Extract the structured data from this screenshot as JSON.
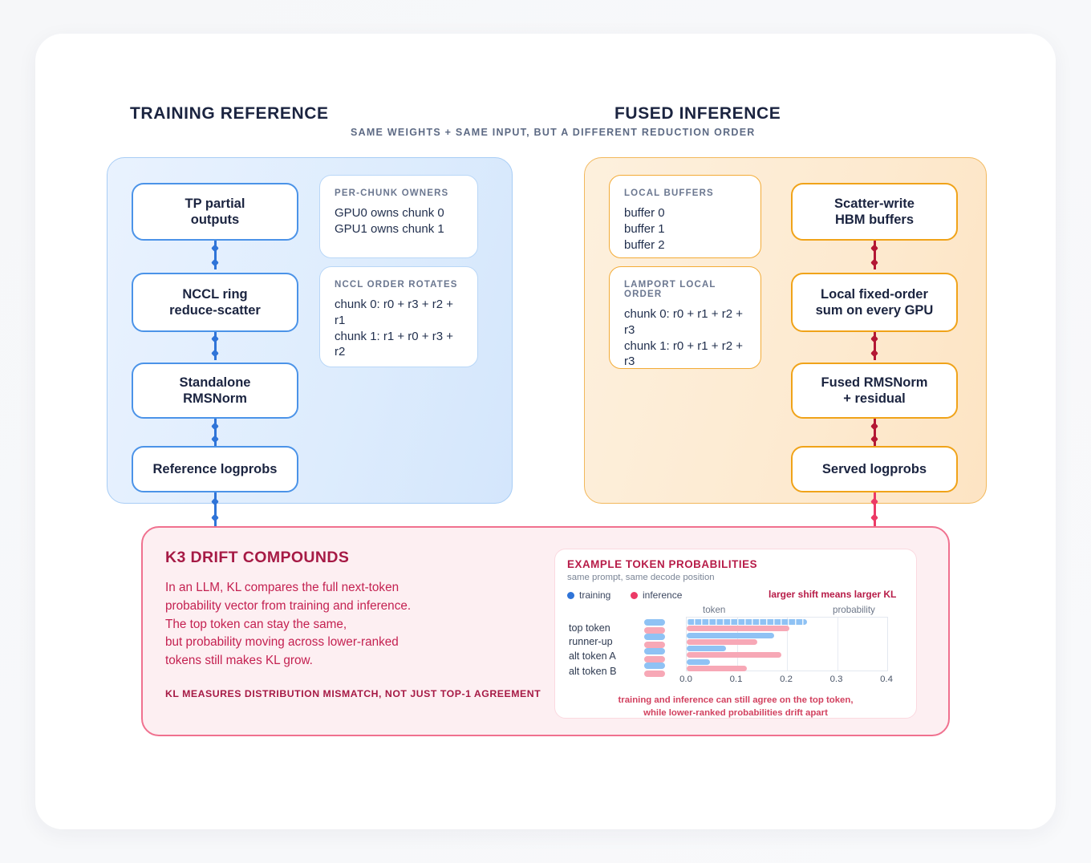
{
  "columns": {
    "left_title": "TRAINING REFERENCE",
    "right_title": "FUSED INFERENCE",
    "subtitle": "SAME WEIGHTS + SAME INPUT, BUT A DIFFERENT REDUCTION ORDER"
  },
  "training_flow": [
    {
      "label": "TP partial\noutputs"
    },
    {
      "label": "NCCL ring\nreduce-scatter"
    },
    {
      "label": "Standalone\nRMSNorm"
    },
    {
      "label": "Reference logprobs"
    }
  ],
  "inference_flow": [
    {
      "label": "Scatter-write\nHBM buffers"
    },
    {
      "label": "Local fixed-order\nsum on every GPU"
    },
    {
      "label": "Fused RMSNorm\n+ residual"
    },
    {
      "label": "Served logprobs"
    }
  ],
  "training_notes": [
    {
      "heading": "PER-CHUNK OWNERS",
      "lines": [
        "GPU0 owns chunk 0",
        "GPU1 owns chunk 1"
      ]
    },
    {
      "heading": "NCCL ORDER ROTATES",
      "lines": [
        "chunk 0: r0 + r3 + r2 + r1",
        "chunk 1: r1 + r0 + r3 + r2"
      ]
    }
  ],
  "inference_notes": [
    {
      "heading": "LOCAL BUFFERS",
      "lines": [
        "buffer 0",
        "buffer 1",
        "buffer 2"
      ]
    },
    {
      "heading": "LAMPORT LOCAL ORDER",
      "lines": [
        "chunk 0: r0 + r1 + r2 + r3",
        "chunk 1: r0 + r1 + r2 + r3"
      ]
    }
  ],
  "drift": {
    "title": "K3 DRIFT COMPOUNDS",
    "body": [
      "In an LLM, KL compares the full next-token",
      "probability vector from training and inference.",
      "The top token can stay the same,",
      "but probability moving across lower-ranked",
      "tokens still makes KL grow."
    ],
    "footer": "KL MEASURES DISTRIBUTION MISMATCH, NOT JUST TOP-1 AGREEMENT"
  },
  "chart_data": {
    "type": "bar",
    "orientation": "horizontal",
    "title": "EXAMPLE TOKEN PROBABILITIES",
    "subtitle": "same prompt, same decode position",
    "annotation": "larger shift means larger KL",
    "caption": "training and inference can still agree on the top token,\nwhile lower-ranked probabilities drift apart",
    "column_headers": {
      "token": "token",
      "probability": "probability"
    },
    "categories": [
      "top token",
      "runner-up",
      "alt token A",
      "alt token B"
    ],
    "series": [
      {
        "name": "training",
        "color": "#8fc2f4",
        "values": [
          0.24,
          0.175,
          0.078,
          0.047
        ]
      },
      {
        "name": "inference",
        "color": "#f7a8b6",
        "values": [
          0.205,
          0.14,
          0.188,
          0.12
        ]
      }
    ],
    "legend": [
      "training",
      "inference"
    ],
    "legend_colors": {
      "training": "#2f74d8",
      "inference": "#ec3a66"
    },
    "xlabel": "",
    "ylabel": "",
    "xlim": [
      0.0,
      0.4
    ],
    "xticks": [
      "0.0",
      "0.1",
      "0.2",
      "0.3",
      "0.4"
    ],
    "grid": true,
    "legend_position": "top-left"
  },
  "colors": {
    "training_accent": "#4b93e8",
    "inference_accent": "#f0a319",
    "drift_accent": "#c42151",
    "connector_blue": "#2f74d8",
    "connector_red": "#b31834",
    "connector_pink": "#ec3a66"
  }
}
